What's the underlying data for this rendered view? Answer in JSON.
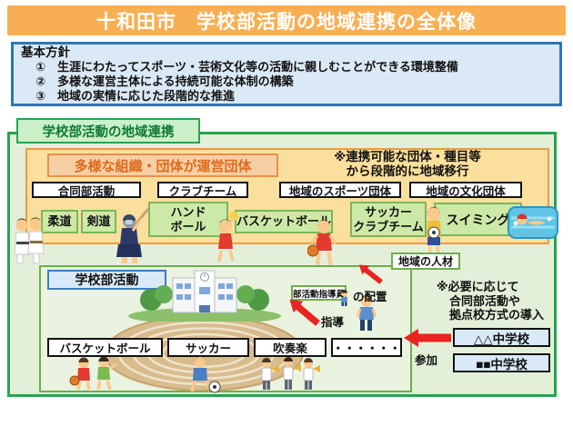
{
  "title": "十和田市　学校部活動の地域連携の全体像",
  "policy": {
    "heading": "基本方針",
    "items": [
      "①　生涯にわたってスポーツ・芸術文化等の活動に親しむことができる環境整備",
      "②　多様な運営主体による持続可能な体制の構築",
      "③　地域の実情に応じた段階的な推進"
    ]
  },
  "section_tab": "学校部活動の地域連携",
  "org_panel": {
    "heading": "多様な組織・団体が運営団体",
    "note_line1": "※連携可能な団体・種目等",
    "note_line2": "から段階的に地域移行",
    "org_types": [
      "合同部活動",
      "クラブチーム",
      "地域のスポーツ団体",
      "地域の文化団体"
    ],
    "activities": {
      "judo": "柔道",
      "kendo": "剣道",
      "handball_line1": "ハンド",
      "handball_line2": "ボール",
      "basketball": "バスケットボール",
      "soccer_line1": "サッカー",
      "soccer_line2": "クラブチーム",
      "swimming": "スイミング"
    }
  },
  "school_area": {
    "label": "学校部活動",
    "jinzai": "地域の人材",
    "shidoin_box": "部活動指導員",
    "haichi": "の配置",
    "shido": "指導",
    "sanka": "参加",
    "clubs": [
      "バスケットボール",
      "サッカー",
      "吹奏楽",
      "・・・・・・"
    ]
  },
  "right_note": {
    "line1": "※必要に応じて",
    "line2": "合同部活動や",
    "line3": "拠点校方式の導入"
  },
  "schools": [
    "△△中学校",
    "■■中学校"
  ],
  "colors": {
    "banner_orange": "#F8AF53",
    "policy_blue_bg": "#DBE9F6",
    "policy_blue_border": "#2E75B6",
    "green_border": "#28A44E",
    "green_bg": "#E3EFD8",
    "tab_text_green": "#0E7A32",
    "orange_panel_bg": "#FBDF9C",
    "orange_panel_border": "#EC9B44",
    "org_heading_text": "#DE6A1E",
    "activity_green_bg": "#CDE9A7",
    "activity_green_border": "#7CB55B",
    "light_blue_box": "#D9E9F8",
    "arrow_red": "#E8251F"
  }
}
